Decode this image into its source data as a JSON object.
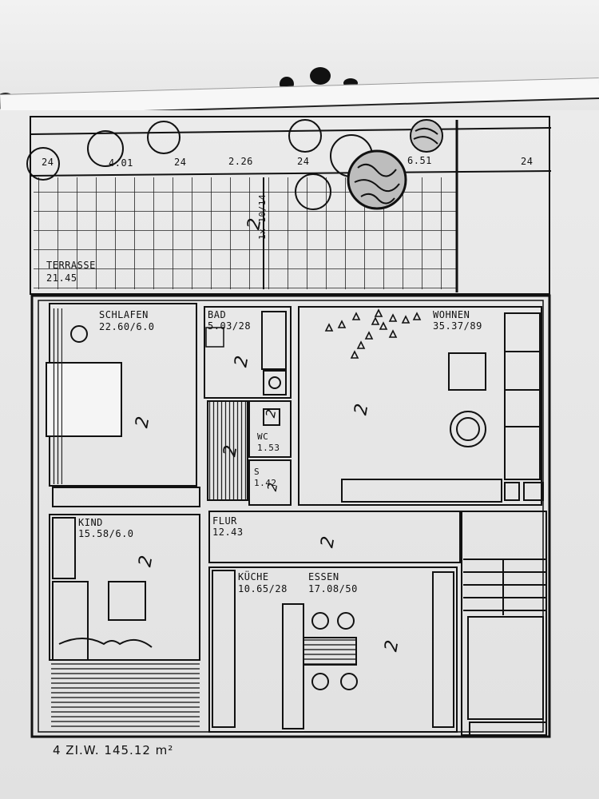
{
  "plan": {
    "total_label": "4 ZI.W. 145.12 m²",
    "rooms": [
      {
        "key": "terrasse",
        "name": "TERRASSE",
        "area": "21.45"
      },
      {
        "key": "schlafen",
        "name": "SCHLAFEN",
        "area": "22.60/6.0"
      },
      {
        "key": "bad",
        "name": "BAD",
        "area": "5.03/28"
      },
      {
        "key": "wohnen",
        "name": "WOHNEN",
        "area": "35.37/89"
      },
      {
        "key": "wc",
        "name": "WC",
        "area": "1.53"
      },
      {
        "key": "s",
        "name": "S",
        "area": "1.42"
      },
      {
        "key": "kind",
        "name": "KIND",
        "area": "15.58/6.0"
      },
      {
        "key": "flur",
        "name": "FLUR",
        "area": "12.43"
      },
      {
        "key": "kueche",
        "name": "KÜCHE",
        "area": "10.65/28"
      },
      {
        "key": "essen",
        "name": "ESSEN",
        "area": "17.08/50"
      }
    ],
    "dimensions": [
      "24",
      "4.01",
      "24",
      "2.26",
      "24",
      "6.51",
      "24"
    ],
    "terrace_note": "1x 10/14",
    "floor_mark": "2"
  }
}
